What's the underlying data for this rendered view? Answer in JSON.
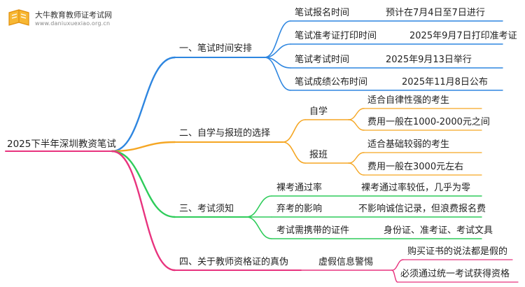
{
  "logo": {
    "title": "大牛教育教师证考试网",
    "subtitle": "www.daniuxuexiao.org.cn"
  },
  "colors": {
    "blue": "#2e86e0",
    "orange": "#f5a623",
    "green": "#2ecc5a",
    "magenta": "#e8337e",
    "root_line": "#e8337e"
  },
  "root": "2025下半年深圳教资笔试",
  "branches": [
    {
      "label": "一、笔试时间安排",
      "color": "blue",
      "children": [
        {
          "label": "笔试报名时间",
          "value": "预计在7月4日至7日进行"
        },
        {
          "label": "笔试准考证打印时间",
          "value": "2025年9月7日打印准考证"
        },
        {
          "label": "笔试考试时间",
          "value": "2025年9月13日举行"
        },
        {
          "label": "笔试成绩公布时间",
          "value": "2025年11月8日公布"
        }
      ]
    },
    {
      "label": "二、自学与报班的选择",
      "color": "orange",
      "children": [
        {
          "label": "自学",
          "items": [
            "适合自律性强的考生",
            "费用一般在1000-2000元之间"
          ]
        },
        {
          "label": "报班",
          "items": [
            "适合基础较弱的考生",
            "费用一般在3000元左右"
          ]
        }
      ]
    },
    {
      "label": "三、考试须知",
      "color": "green",
      "children": [
        {
          "label": "裸考通过率",
          "value": "裸考通过率较低，几乎为零"
        },
        {
          "label": "弃考的影响",
          "value": "不影响诚信记录，但浪费报名费"
        },
        {
          "label": "考试需携带的证件",
          "value": "身份证、准考证、考试文具"
        }
      ]
    },
    {
      "label": "四、关于教师资格证的真伪",
      "color": "magenta",
      "children": [
        {
          "label": "虚假信息警惕",
          "items": [
            "购买证书的说法都是假的",
            "必须通过统一考试获得资格"
          ]
        }
      ]
    }
  ]
}
